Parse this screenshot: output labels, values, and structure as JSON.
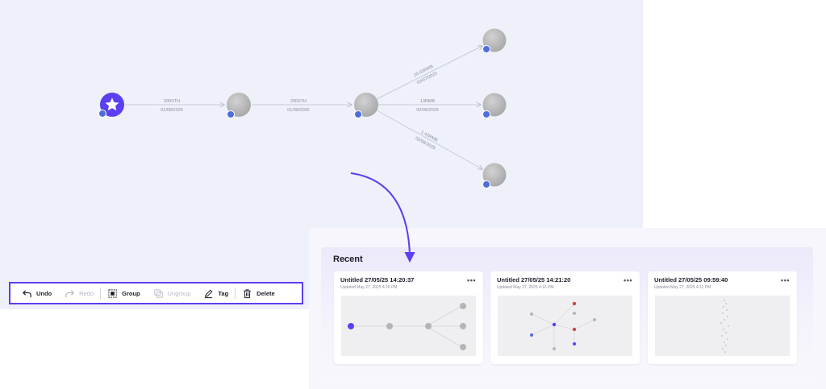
{
  "graph": {
    "edges": [
      {
        "label_top": "200STH",
        "label_bottom": "01/08/2025"
      },
      {
        "label_top": "200STH",
        "label_bottom": "01/08/2025"
      },
      {
        "label_top": "20.03RMB",
        "label_bottom": "03/07/2025"
      },
      {
        "label_top": "13RMB",
        "label_bottom": "02/06/2025"
      },
      {
        "label_top": "1.42RMB",
        "label_bottom": "02/06/2025"
      }
    ],
    "colors": {
      "canvas": "#eef1fa",
      "accent": "#5b3ff0",
      "node": "#b9b9b9",
      "badge": "#4e6fd8",
      "edge": "#c8cbd6"
    }
  },
  "toolbar": {
    "undo": "Undo",
    "redo": "Redo",
    "group": "Group",
    "ungroup": "Ungroup",
    "tag": "Tag",
    "delete": "Delete"
  },
  "recent": {
    "title": "Recent",
    "cards": [
      {
        "title": "Untitled 27/05/25 14:20:37",
        "updated": "Updated May 27, 2025 4:16 PM",
        "more": "•••"
      },
      {
        "title": "Untitled 27/05/25 14:21:20",
        "updated": "Updated May 27, 2025 4:16 PM",
        "more": "•••"
      },
      {
        "title": "Untitled 27/05/25 09:59:40",
        "updated": "Updated May 27, 2025 4:11 PM",
        "more": "•••"
      }
    ]
  }
}
